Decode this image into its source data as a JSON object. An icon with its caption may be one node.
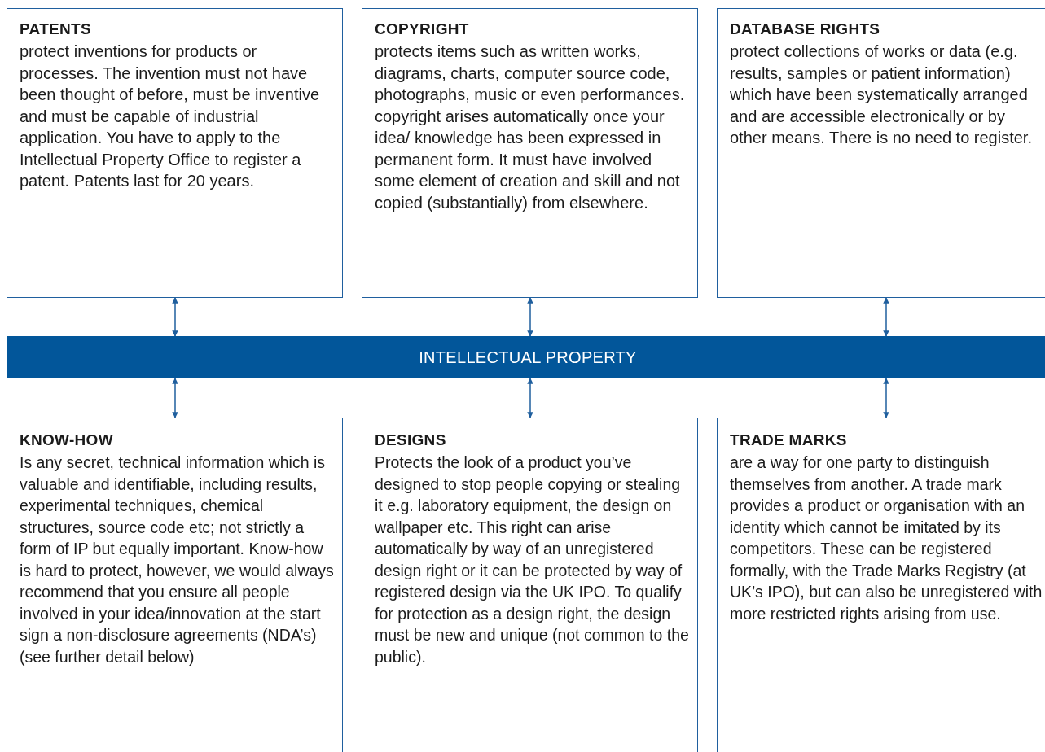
{
  "diagram": {
    "nodes": [
      {
        "text": [
          "PATENTS",
          "protect inventions for products or processes. The invention must not have been thought of before, must be inventive and must be capable of industrial application. You have to apply to the Intellectual Property Office to register a patent. Patents last for 20 years."
        ]
      },
      {
        "text": [
          "COPYRIGHT",
          "protects items such as written works, diagrams, charts, computer source code, photographs, music or even performances.  copyright arises automatically once your idea/ knowledge has been expressed in permanent form. It must have involved some element of creation and skill and not copied (substantially) from elsewhere."
        ]
      },
      {
        "text": [
          "DATABASE RIGHTS",
          "protect collections of works or data (e.g. results, samples or patient information) which have been systematically arranged and are accessible electronically or by other means. There is no need to register."
        ]
      },
      {
        "text": [
          "INTELLECTUAL PROPERTY"
        ]
      },
      {
        "text": [
          "KNOW-HOW",
          "Is any secret, technical information which is valuable and identifiable, including results, experimental techniques, chemical structures, source code etc; not strictly a form of IP but equally important. Know-how is hard to protect, however, we would always recommend that you ensure all people involved in your idea/innovation at the start sign a non-disclosure agreements (NDA’s) (see further detail below)"
        ]
      },
      {
        "text": [
          "DESIGNS",
          "Protects the look of a product you’ve designed to stop people copying or stealing it e.g. laboratory equipment, the design on wallpaper etc. This right can arise automatically by way of an unregistered design right or it can be protected by way of registered design via the UK IPO.  To qualify for protection as a design right, the design must be new and unique (not common to the public)."
        ]
      },
      {
        "text": [
          "TRADE MARKS",
          "are a way for one party to distinguish themselves from another. A trade mark provides a product or organisation with an identity which cannot be imitated by its competitors. These can be registered formally, with the Trade Marks Registry (at UK’s IPO), but can also be unregistered with more restricted rights arising from use."
        ]
      }
    ],
    "edges": [
      {
        "from": 3,
        "to": 0,
        "arrow": "both"
      },
      {
        "from": 3,
        "to": 1,
        "arrow": "both"
      },
      {
        "from": 3,
        "to": 2,
        "arrow": "both"
      },
      {
        "from": 3,
        "to": 4,
        "arrow": "both"
      },
      {
        "from": 3,
        "to": 5,
        "arrow": "both"
      },
      {
        "from": 3,
        "to": 6,
        "arrow": "both"
      }
    ]
  }
}
